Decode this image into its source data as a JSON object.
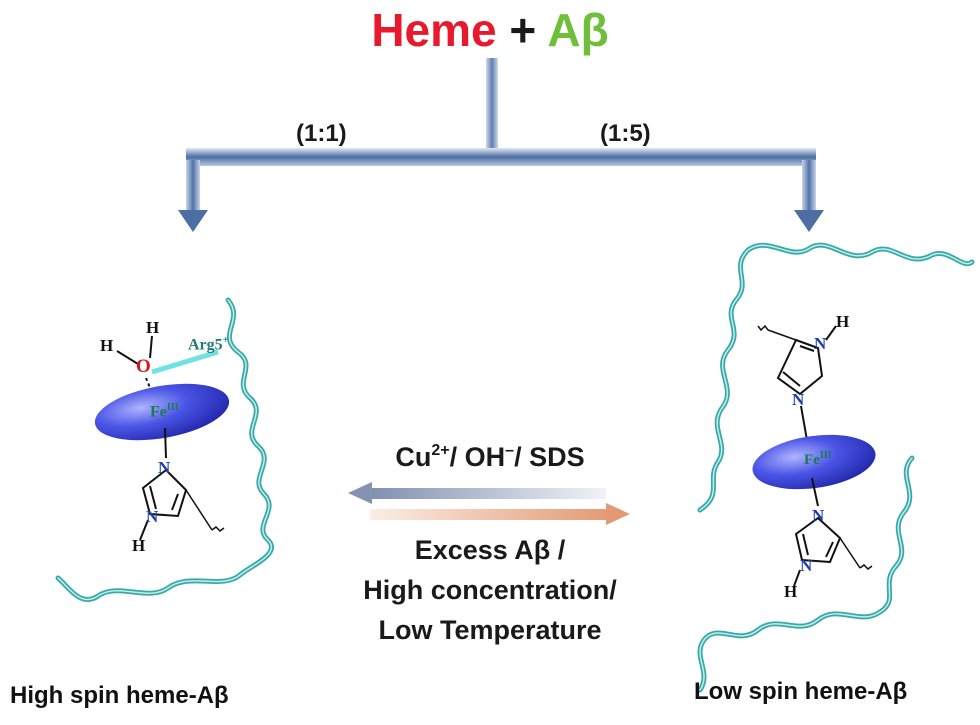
{
  "title": {
    "heme": "Heme",
    "plus": "+",
    "abeta": "Aβ"
  },
  "ratios": {
    "left": "(1:1)",
    "right": "(1:5)"
  },
  "conditions": {
    "reverse_line": [
      "Cu",
      "2+",
      "/ OH",
      "–",
      "/ SDS"
    ],
    "forward_lines": [
      "Excess Aβ /",
      "High concentration/",
      "Low Temperature"
    ]
  },
  "left_complex": {
    "atoms": {
      "h_top": "H",
      "h_left": "H",
      "oxygen": "O",
      "arg": "Arg5",
      "arg_charge": "+",
      "iron": "Fe",
      "iron_ox": "III",
      "n_top": "N",
      "n_bottom": "N",
      "h_bottom": "H"
    },
    "caption": "High spin heme-Aβ"
  },
  "right_complex": {
    "atoms": {
      "h_top": "H",
      "n_upper": "N",
      "n_lower": "N",
      "iron": "Fe",
      "iron_ox": "III",
      "n_top2": "N",
      "n_bottom2": "N",
      "h_bottom": "H"
    },
    "caption": "Low spin heme-Aβ"
  },
  "colors": {
    "heme": "#e8192c",
    "abeta": "#6fbf3b",
    "flow": "#4d6ea3",
    "peptide": "#3aa8a8",
    "heme_disc": "#3f4ae0",
    "nitrogen": "#1e3fb3",
    "oxygen": "#d8141c",
    "fe": "#1d7a4a"
  }
}
